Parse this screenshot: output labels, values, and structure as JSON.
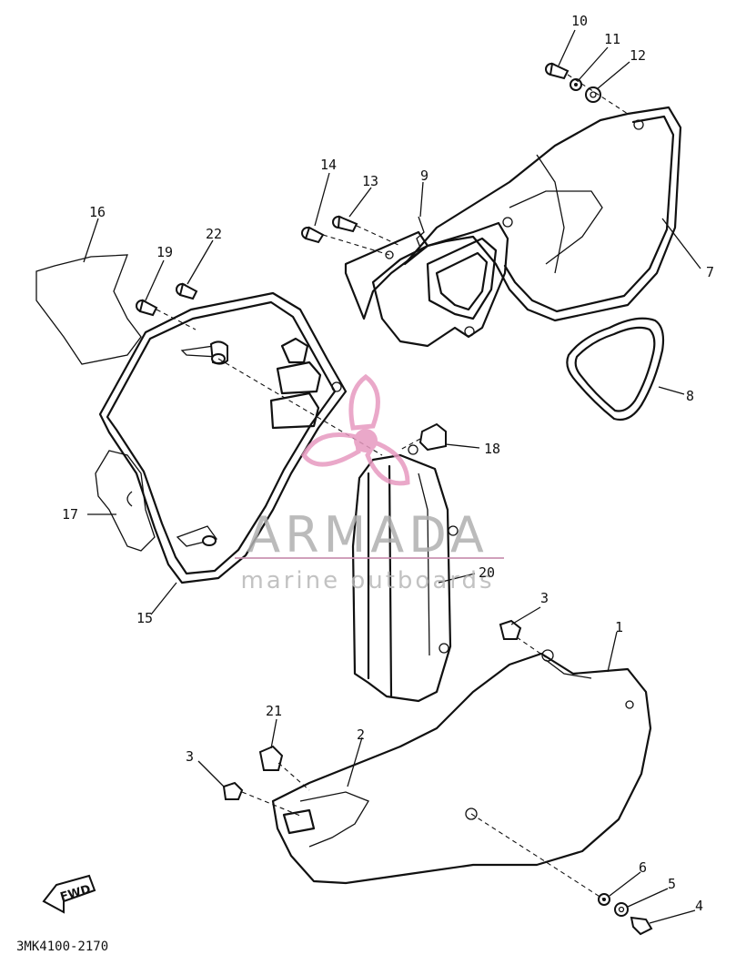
{
  "diagram": {
    "part_code": "3MK4100-2170",
    "fwd_label": "FWD",
    "callouts": [
      "1",
      "2",
      "3",
      "3",
      "4",
      "5",
      "6",
      "7",
      "8",
      "9",
      "10",
      "11",
      "12",
      "13",
      "14",
      "15",
      "16",
      "17",
      "18",
      "19",
      "20",
      "21",
      "22"
    ]
  },
  "watermark": {
    "brand": "ARMADA",
    "tagline": "marine outboards",
    "logo_color": "#e79ac0"
  }
}
